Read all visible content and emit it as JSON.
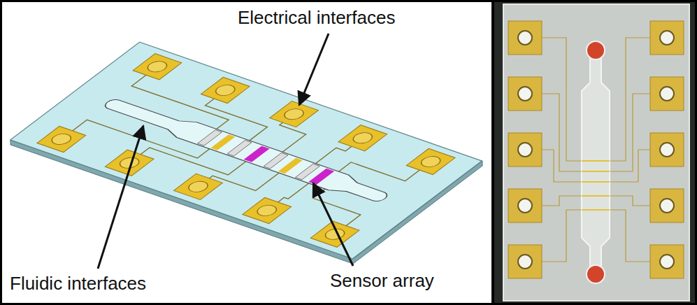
{
  "diagram": {
    "labels": [
      "Electrical interfaces",
      "Fluidic interfaces",
      "Sensor array"
    ]
  }
}
